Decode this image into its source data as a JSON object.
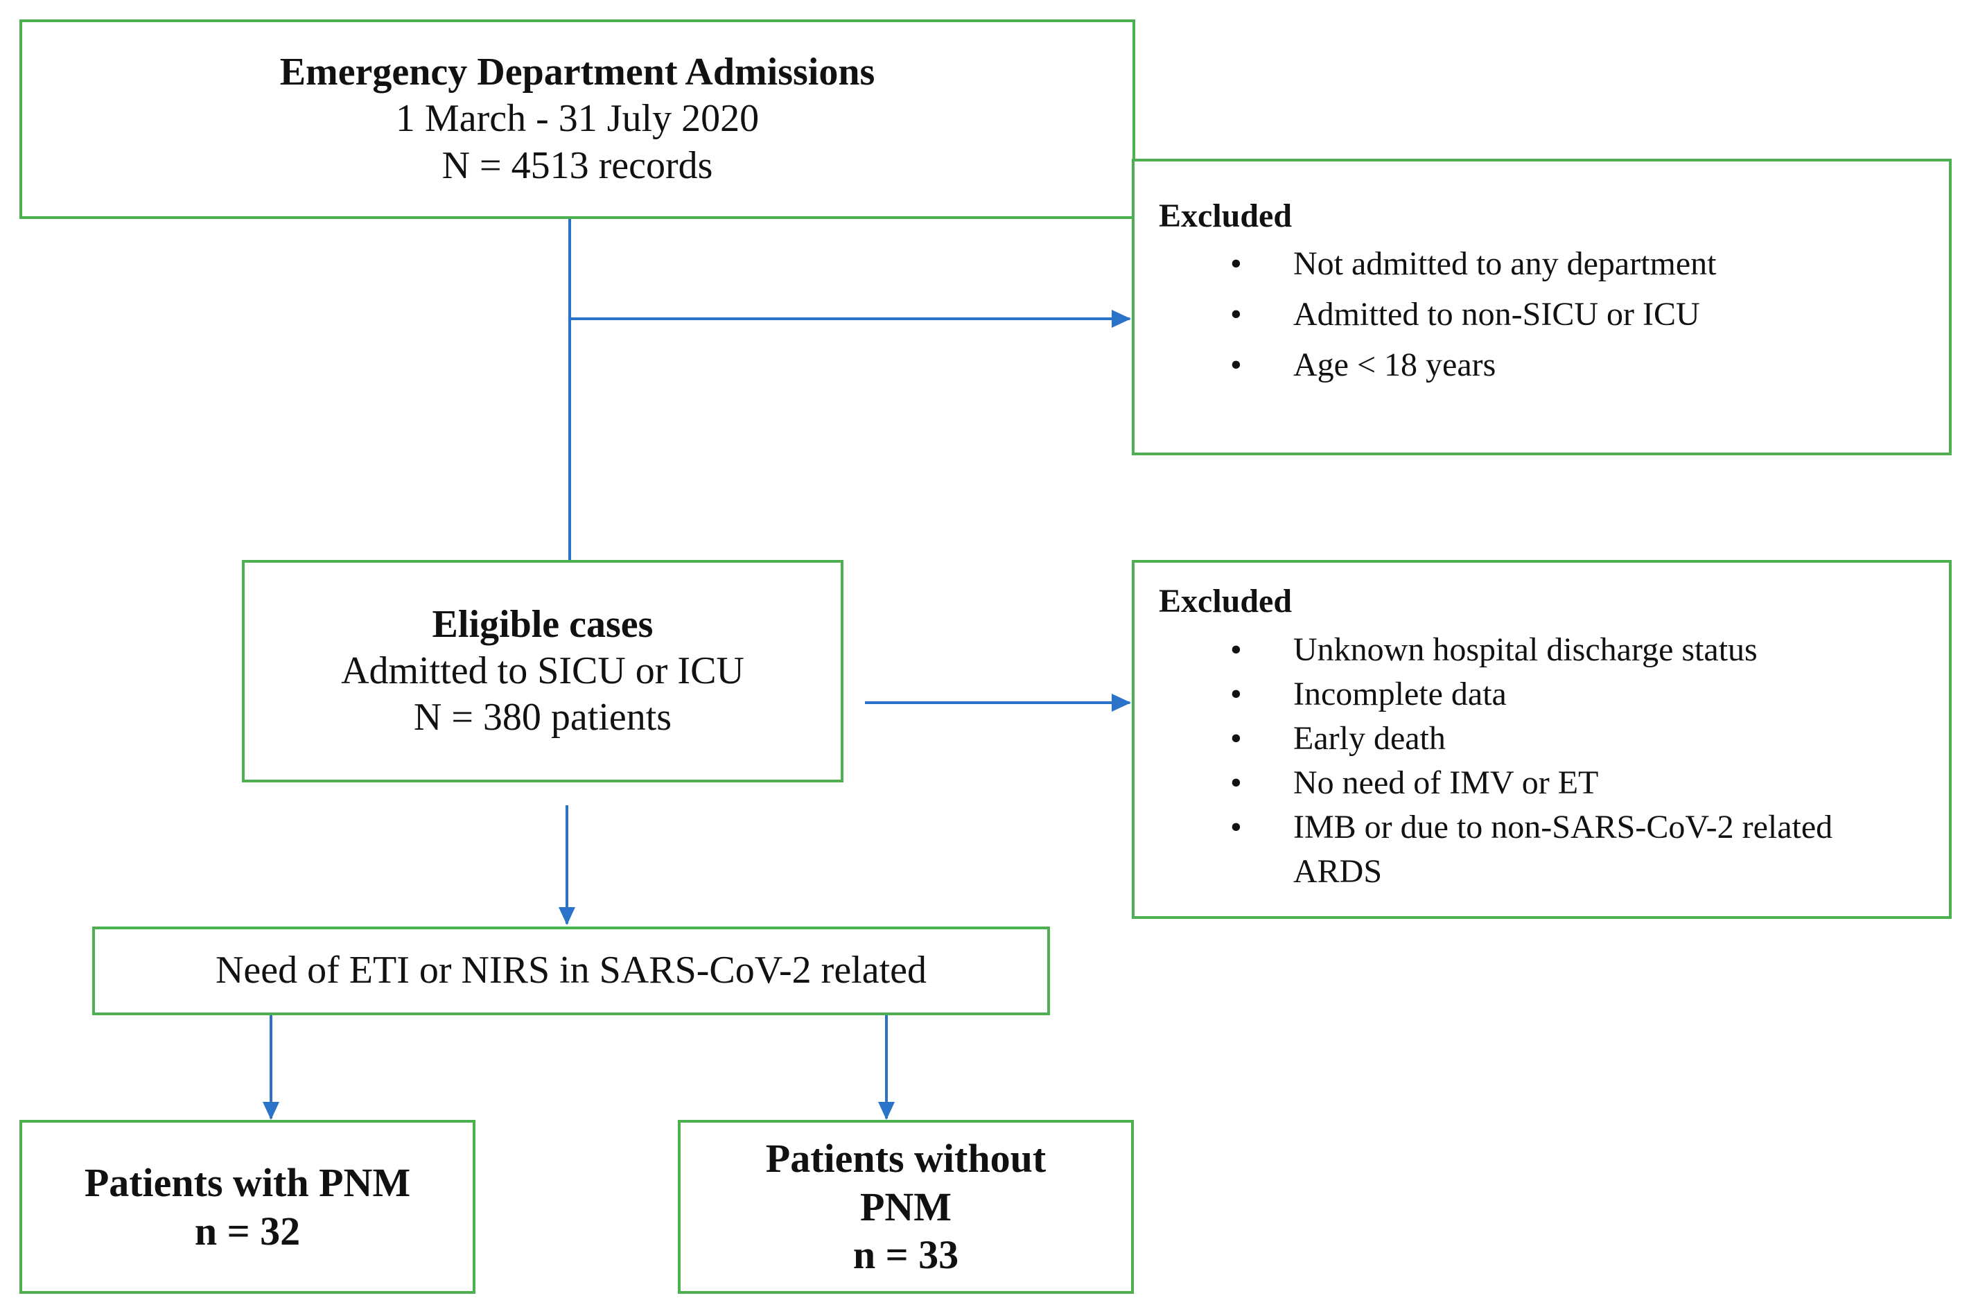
{
  "admissions": {
    "title": "Emergency Department Admissions",
    "period": "1 March - 31 July 2020",
    "count": "N = 4513 records"
  },
  "excluded_1": {
    "title": "Excluded",
    "items": [
      "Not admitted to any department",
      "Admitted to non-SICU or ICU",
      "Age < 18 years"
    ]
  },
  "eligible": {
    "title": "Eligible cases",
    "subtitle": "Admitted to SICU or ICU",
    "count": "N = 380 patients"
  },
  "excluded_2": {
    "title": "Excluded",
    "items": [
      "Unknown hospital discharge status",
      "Incomplete data",
      "Early death",
      "No need of IMV or ET",
      "IMB or due to non-SARS-CoV-2 related",
      "ARDS"
    ]
  },
  "need": {
    "label": "Need of ETI or NIRS in SARS-CoV-2 related"
  },
  "with_pnm": {
    "title": "Patients with PNM",
    "count": "n = 32"
  },
  "without_pnm": {
    "title_line1": "Patients without",
    "title_line2": "PNM",
    "count": "n = 33"
  },
  "bullet_glyph": "•",
  "colors": {
    "box_border": "#4caf50",
    "arrow": "#2a73c8",
    "text": "#111111"
  }
}
